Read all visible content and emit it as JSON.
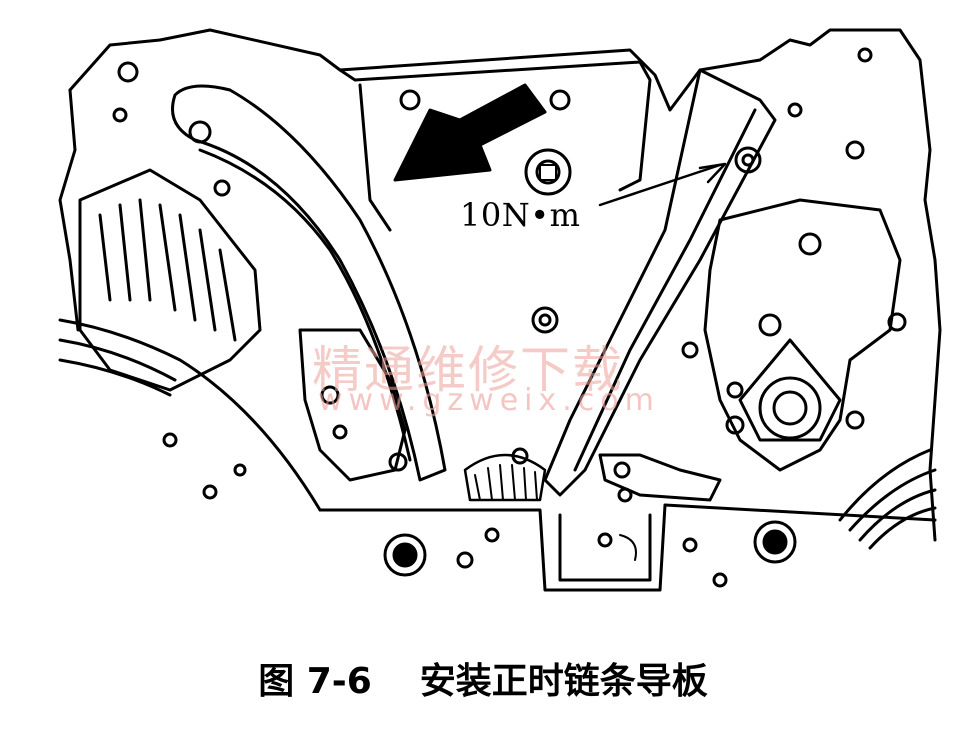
{
  "figure": {
    "torque_label": "10N•m",
    "watermark": {
      "text": "精通维修下载",
      "url": "www.gzweix.com"
    }
  },
  "caption": {
    "number": "图 7-6",
    "title": "安装正时链条导板"
  },
  "colors": {
    "line": "#000000",
    "background": "#ffffff",
    "watermark": "#eca09b"
  }
}
